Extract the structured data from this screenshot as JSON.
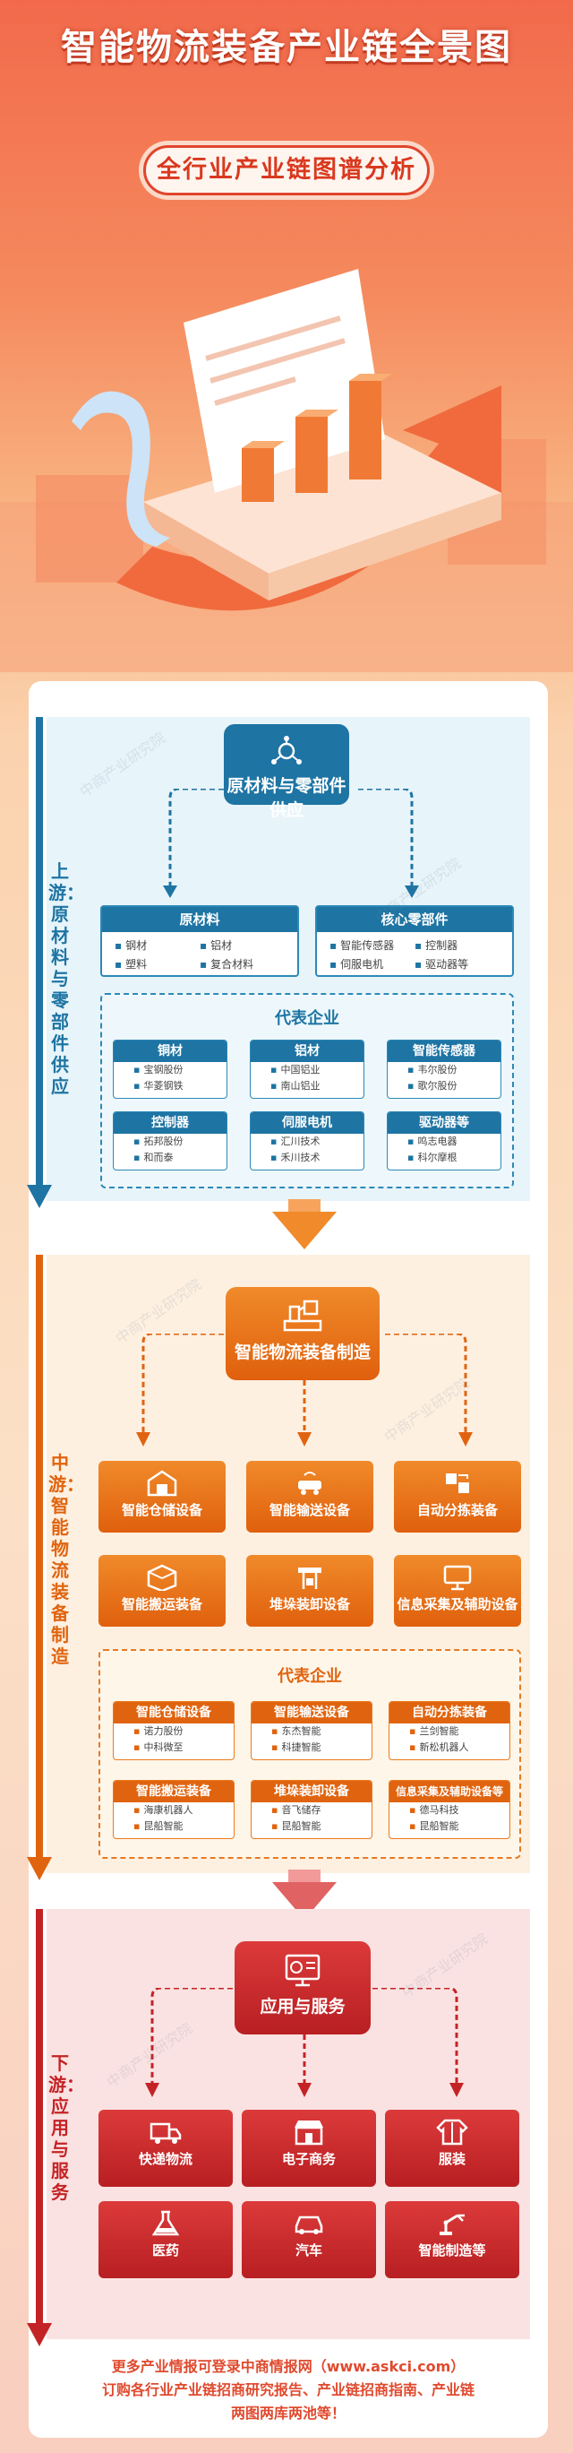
{
  "header": {
    "title": "智能物流装备产业链全景图",
    "subtitle": "全行业产业链图谱分析"
  },
  "watermark": "中商产业研究院",
  "upstream": {
    "side_label": "上游：原材料与零部件供应",
    "head": "原材料与零部件供应",
    "categories": [
      {
        "name": "原材料",
        "items": [
          "钢材",
          "铝材",
          "塑料",
          "复合材料"
        ]
      },
      {
        "name": "核心零部件",
        "items": [
          "智能传感器",
          "控制器",
          "伺服电机",
          "驱动器等"
        ]
      }
    ],
    "rep_title": "代表企业",
    "companies": [
      {
        "name": "铜材",
        "items": [
          "宝钢股份",
          "华菱钢铁"
        ]
      },
      {
        "name": "铝材",
        "items": [
          "中国铝业",
          "南山铝业"
        ]
      },
      {
        "name": "智能传感器",
        "items": [
          "韦尔股份",
          "歌尔股份"
        ]
      },
      {
        "name": "控制器",
        "items": [
          "拓邦股份",
          "和而泰"
        ]
      },
      {
        "name": "伺服电机",
        "items": [
          "汇川技术",
          "禾川技术"
        ]
      },
      {
        "name": "驱动器等",
        "items": [
          "鸣志电器",
          "科尔摩根"
        ]
      }
    ]
  },
  "midstream": {
    "side_label": "中游：智能物流装备制造",
    "head": "智能物流装备制造",
    "tiles": [
      "智能仓储设备",
      "智能输送设备",
      "自动分拣装备",
      "智能搬运装备",
      "堆垛装卸设备",
      "信息采集及辅助设备"
    ],
    "rep_title": "代表企业",
    "companies": [
      {
        "name": "智能仓储设备",
        "items": [
          "诺力股份",
          "中科微至"
        ]
      },
      {
        "name": "智能输送设备",
        "items": [
          "东杰智能",
          "科捷智能"
        ]
      },
      {
        "name": "自动分拣装备",
        "items": [
          "兰剑智能",
          "新松机器人"
        ]
      },
      {
        "name": "智能搬运装备",
        "items": [
          "海康机器人",
          "昆船智能"
        ]
      },
      {
        "name": "堆垛装卸设备",
        "items": [
          "音飞储存",
          "昆船智能"
        ]
      },
      {
        "name": "信息采集及辅助设备等",
        "items": [
          "德马科技",
          "昆船智能"
        ]
      }
    ]
  },
  "downstream": {
    "side_label": "下游：应用与服务",
    "head": "应用与服务",
    "tiles": [
      "快递物流",
      "电子商务",
      "服装",
      "医药",
      "汽车",
      "智能制造等"
    ]
  },
  "footer": {
    "line1": "更多产业情报可登录中商情报网（www.askci.com）",
    "line2": "订购各行业产业链招商研究报告、产业链招商指南、产业链",
    "line3": "两图两库两池等！"
  },
  "colors": {
    "blue": "#1e74a3",
    "orange": "#e0640f",
    "red": "#c42326"
  }
}
